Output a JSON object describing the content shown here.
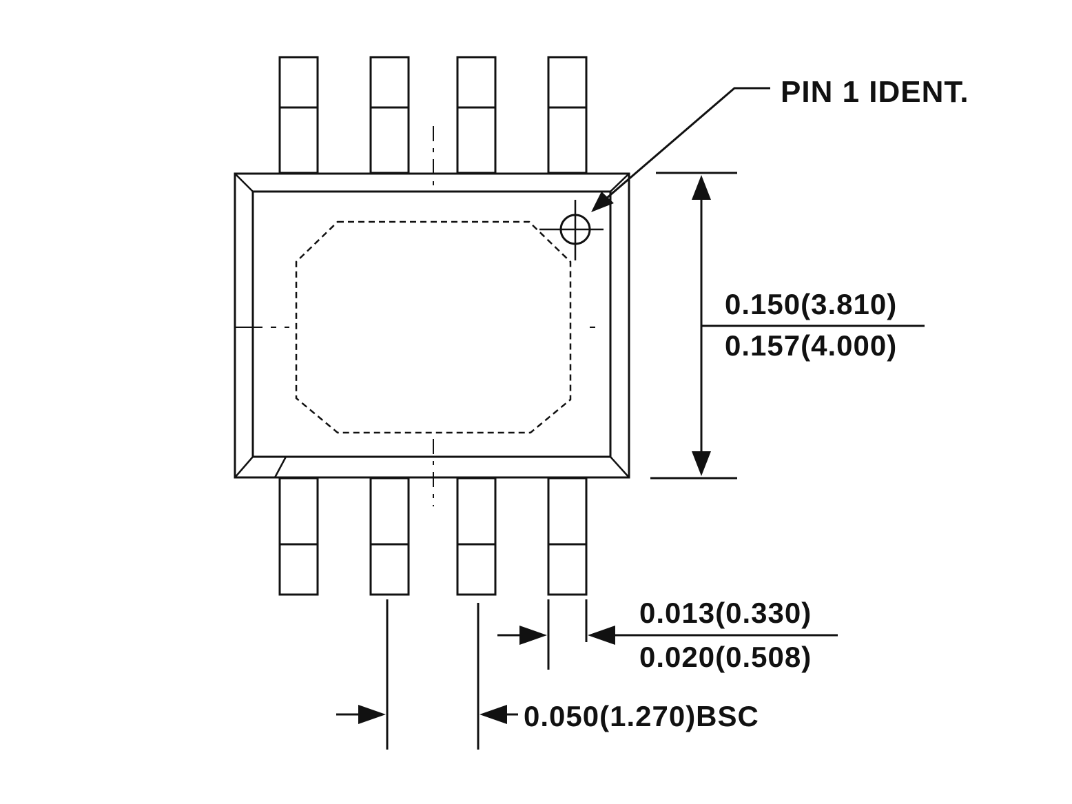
{
  "diagram": {
    "pin1_label": "PIN 1 IDENT.",
    "body_width": {
      "min": "0.150(3.810)",
      "max": "0.157(4.000)"
    },
    "lead_width": {
      "min": "0.013(0.330)",
      "max": "0.020(0.508)"
    },
    "lead_pitch": "0.050(1.270)BSC",
    "lead_count_per_side": 4,
    "colors": {
      "ink": "#111111",
      "background": "#ffffff"
    }
  }
}
